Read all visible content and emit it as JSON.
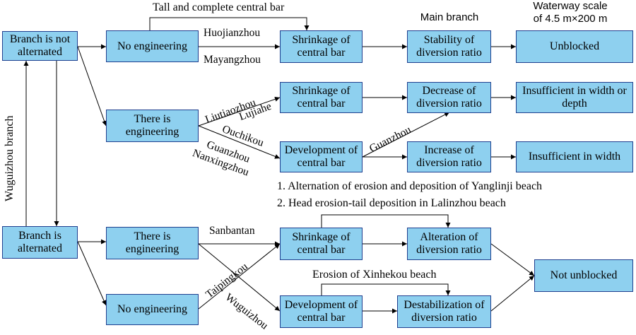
{
  "headers": {
    "main_branch": "Main branch",
    "waterway_line1": "Waterway scale",
    "waterway_line2": "of 4.5 m×200 m"
  },
  "side_label": "Wuguizhou branch",
  "nodes": {
    "branch_not_alternated": "Branch is not alternated",
    "no_engineering_top": "No engineering",
    "shrinkage_1": "Shrinkage of central bar",
    "stability": "Stability of diversion ratio",
    "unblocked": "Unblocked",
    "there_is_engineering_top": "There is engineering",
    "shrinkage_2": "Shrinkage of central bar",
    "decrease": "Decrease of diversion ratio",
    "insufficient_width_depth": "Insufficient in width or depth",
    "development_1": "Development of central bar",
    "increase": "Increase of diversion ratio",
    "insufficient_width": "Insufficient in width",
    "branch_alternated": "Branch is alternated",
    "there_is_engineering_bottom": "There is engineering",
    "no_engineering_bottom": "No engineering",
    "shrinkage_3": "Shrinkage of central bar",
    "alteration": "Alteration of diversion ratio",
    "development_2": "Development of central bar",
    "destabilization": "Destabilization of diversion ratio",
    "not_unblocked": "Not unblocked"
  },
  "labels": {
    "tall_complete": "Tall and complete central bar",
    "huojianzhou": "Huojianzhou",
    "mayangzhou": "Mayangzhou",
    "liutiaozhou": "Liutiaozhou",
    "lujiahe": "Lujiahe",
    "ouchikou": "Ouchikou",
    "guanzhou_1": "Guanzhou",
    "nanxingzhou": "Nanxingzhou",
    "guanzhou_2": "Guanzhou",
    "note_1": "1. Alternation of erosion and deposition of Yanglinji beach",
    "note_2": "2. Head erosion-tail deposition in Lalinzhou beach",
    "sanbantan": "Sanbantan",
    "taipingkou": "Taipingkou",
    "wuguizhou": "Wuguizhou",
    "erosion_xinhekou": "Erosion of Xinhekou beach"
  }
}
